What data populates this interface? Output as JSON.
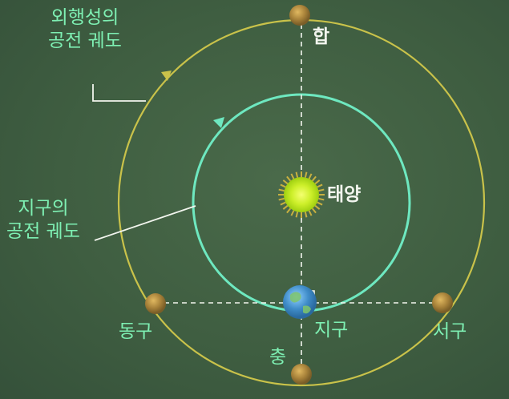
{
  "labels": {
    "outer_orbit": "외행성의\n공전 궤도",
    "earth_orbit": "지구의\n공전 궤도",
    "conjunction": "합",
    "sun": "태양",
    "earth": "지구",
    "opposition": "충",
    "east_quadrature": "동구",
    "west_quadrature": "서구"
  },
  "colors": {
    "background": "#3f5e41",
    "outer_orbit": "#c9c24a",
    "earth_orbit": "#6ee8c0",
    "label_green": "#7ef0b3",
    "label_white": "#f2f5ee",
    "sun": "#d8f040",
    "planet": "#b08a3a",
    "earth": "#4f9fd0"
  }
}
